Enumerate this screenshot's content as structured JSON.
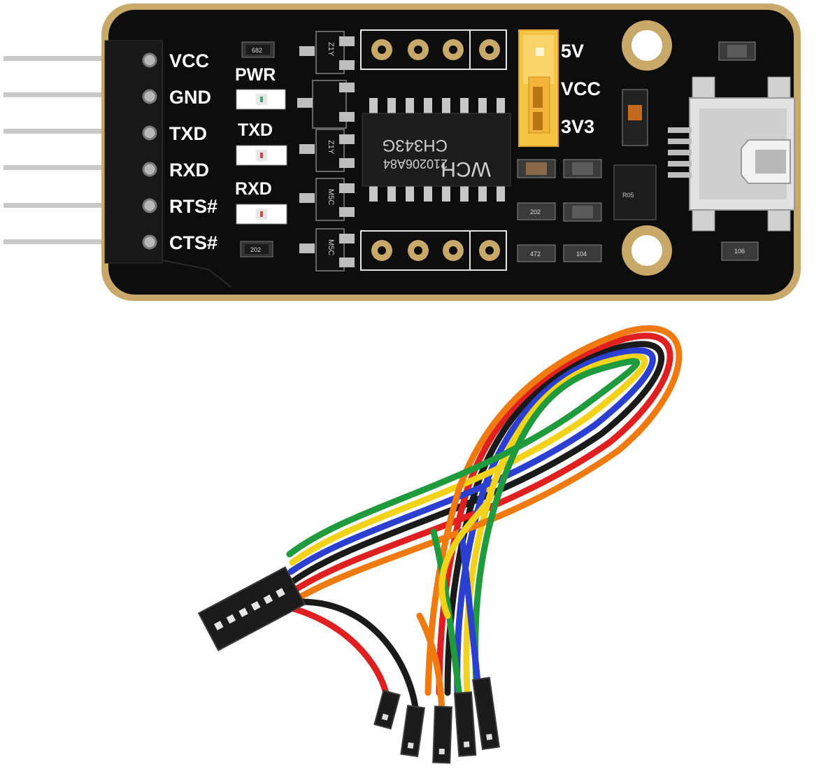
{
  "board": {
    "pin_labels": [
      "VCC",
      "GND",
      "TXD",
      "RXD",
      "RTS#",
      "CTS#"
    ],
    "led_labels": [
      "PWR",
      "TXD",
      "RXD"
    ],
    "voltage_labels": [
      "5V",
      "VCC",
      "3V3"
    ],
    "chip_marking": "CH343G",
    "chip_code": "210206A84",
    "chip_logo": "WCH",
    "resistor_codes": [
      "682",
      "202",
      "202",
      "472",
      "104",
      "106",
      "R05"
    ],
    "transistor_codes": [
      "Z1Y",
      "Z1Y",
      "M5C",
      "M5C"
    ]
  },
  "cable": {
    "wire_colors": [
      "#1a1a1a",
      "#e02020",
      "#2b3fd0",
      "#f3d21a",
      "#f07a10",
      "#1f9a3c"
    ]
  }
}
